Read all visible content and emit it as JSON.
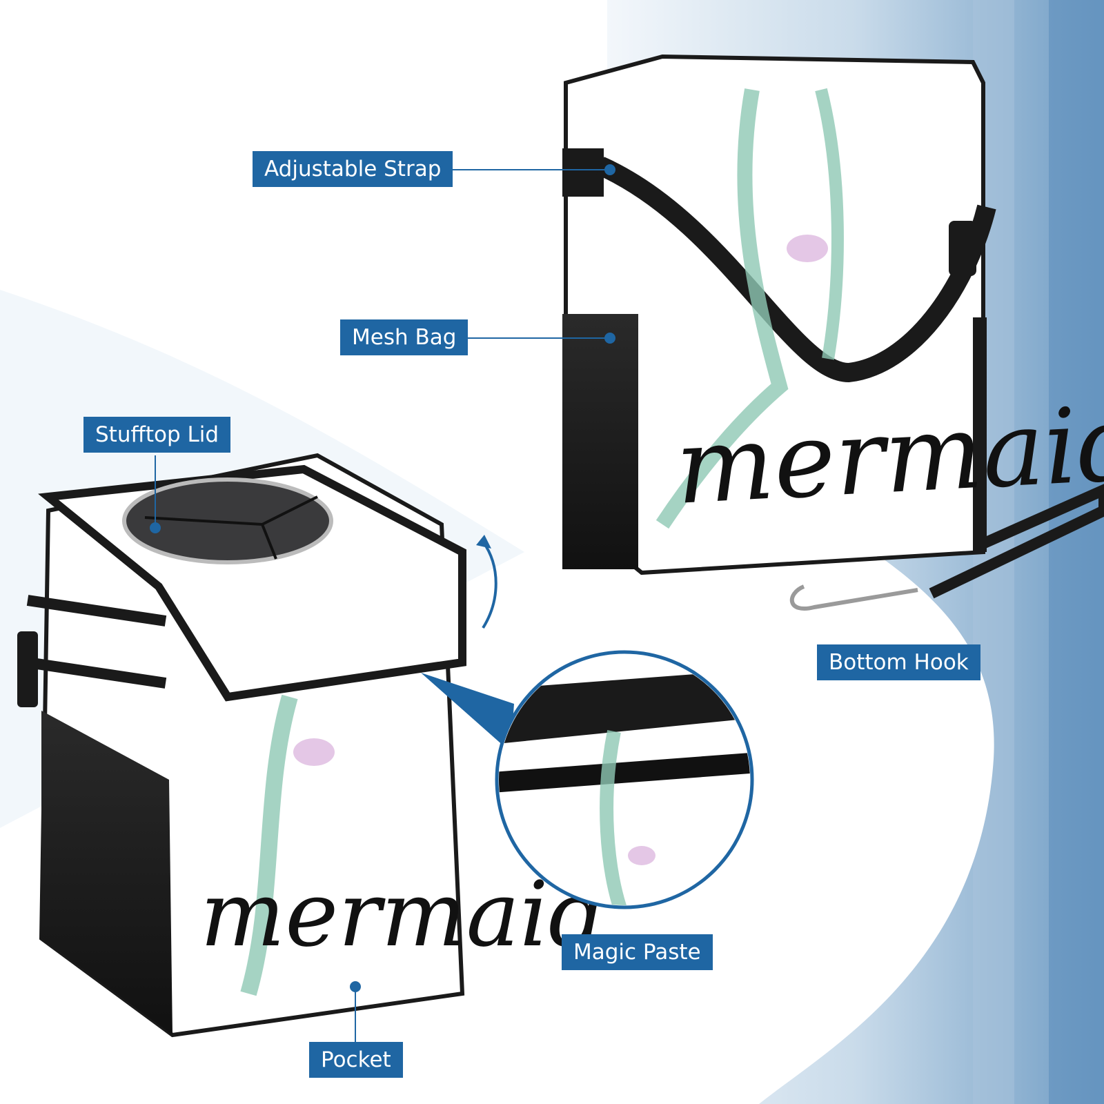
{
  "labels": {
    "adjustable_strap": "Adjustable Strap",
    "mesh_bag": "Mesh Bag",
    "stufftop_lid": "Stufftop Lid",
    "bottom_hook": "Bottom Hook",
    "magic_paste": "Magic Paste",
    "pocket": "Pocket"
  },
  "print_text": "mermaid",
  "colors": {
    "label_bg": "#1f66a3",
    "label_text": "#ffffff",
    "bag_trim": "#1a1a1a",
    "mermaid_tail": "#8fc8b4"
  }
}
